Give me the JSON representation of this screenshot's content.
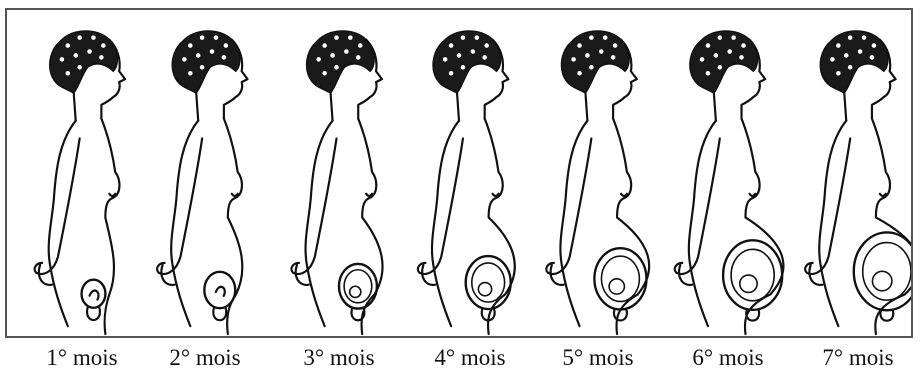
{
  "stages": [
    {
      "label": "1° mois",
      "month": 1
    },
    {
      "label": "2° mois",
      "month": 2
    },
    {
      "label": "3° mois",
      "month": 3
    },
    {
      "label": "4° mois",
      "month": 4
    },
    {
      "label": "5° mois",
      "month": 5
    },
    {
      "label": "6° mois",
      "month": 6
    },
    {
      "label": "7° mois",
      "month": 7
    }
  ],
  "colors": {
    "line": "#111111",
    "hair": "#1a1a1a",
    "frame": "#555555",
    "background": "#ffffff"
  }
}
